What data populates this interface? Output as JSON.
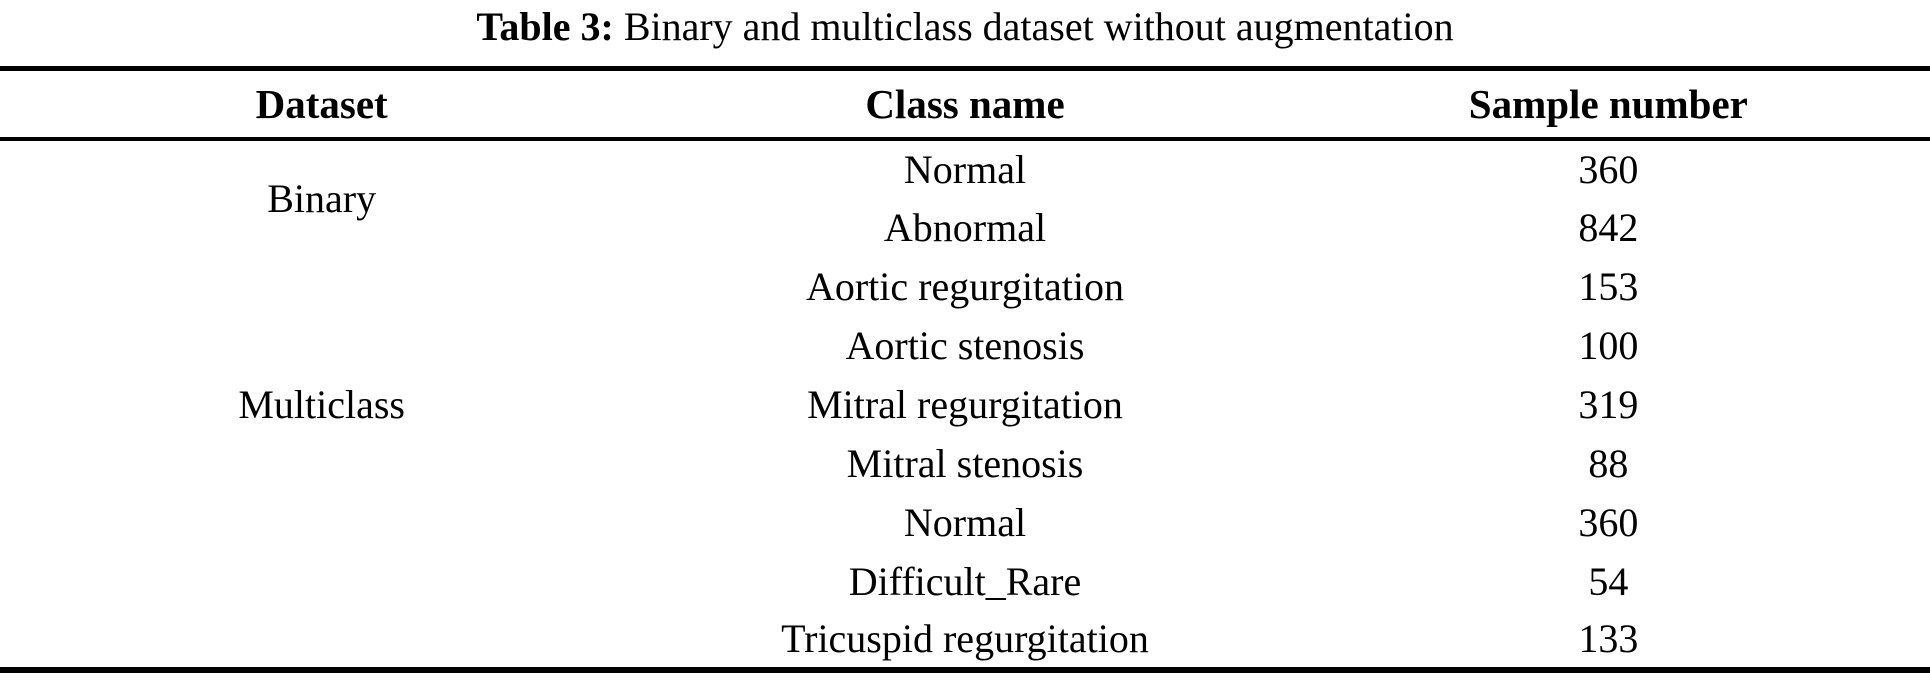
{
  "caption": {
    "label": "Table 3:",
    "text": " Binary and multiclass dataset without augmentation"
  },
  "table": {
    "columns": [
      "Dataset",
      "Class name",
      "Sample number"
    ],
    "groups": [
      {
        "dataset": "Binary",
        "rows": [
          {
            "class_name": "Normal",
            "sample_number": "360"
          },
          {
            "class_name": "Abnormal",
            "sample_number": "842"
          }
        ]
      },
      {
        "dataset": "Multiclass",
        "rows": [
          {
            "class_name": "Aortic regurgitation",
            "sample_number": "153"
          },
          {
            "class_name": "Aortic stenosis",
            "sample_number": "100"
          },
          {
            "class_name": "Mitral regurgitation",
            "sample_number": "319"
          },
          {
            "class_name": "Mitral stenosis",
            "sample_number": "88"
          },
          {
            "class_name": "Normal",
            "sample_number": "360"
          },
          {
            "class_name": "Difficult_Rare",
            "sample_number": "54"
          },
          {
            "class_name": "Tricuspid regurgitation",
            "sample_number": "133"
          }
        ]
      }
    ]
  },
  "colors": {
    "text": "#000000",
    "background": "#ffffff",
    "rule": "#000000"
  }
}
